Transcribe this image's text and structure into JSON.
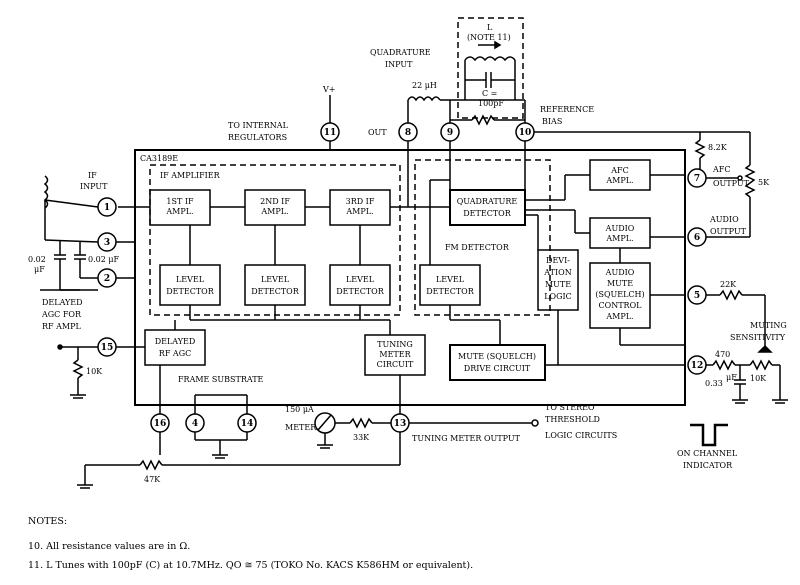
{
  "chip_label": "CA3189E",
  "if_amplifier_label": "IF AMPLIFIER",
  "blocks": {
    "if_amp_1": [
      "1ST IF",
      "AMPL."
    ],
    "if_amp_2": [
      "2ND IF",
      "AMPL."
    ],
    "if_amp_3": [
      "3RD IF",
      "AMPL."
    ],
    "level_det_1": [
      "LEVEL",
      "DETECTOR"
    ],
    "level_det_2": [
      "LEVEL",
      "DETECTOR"
    ],
    "level_det_3": [
      "LEVEL",
      "DETECTOR"
    ],
    "level_det_4": [
      "LEVEL",
      "DETECTOR"
    ],
    "quad_detector": [
      "QUADRATURE",
      "DETECTOR"
    ],
    "afc_ampl": [
      "AFC",
      "AMPL."
    ],
    "audio_ampl": [
      "AUDIO",
      "AMPL."
    ],
    "audio_mute": [
      "AUDIO",
      "MUTE",
      "(SQUELCH)",
      "CONTROL",
      "AMPL."
    ],
    "deviation_mute": [
      "DEVI-",
      "ATION",
      "MUTE",
      "LOGIC"
    ],
    "delayed_rf_agc": [
      "DELAYED",
      "RF AGC"
    ],
    "tuning_meter": [
      "TUNING",
      "METER",
      "CIRCUIT"
    ],
    "mute_drive": [
      "MUTE (SQUELCH)",
      "DRIVE CIRCUIT"
    ]
  },
  "fm_detector_label": "FM DETECTOR",
  "pins": [
    "1",
    "2",
    "3",
    "4",
    "5",
    "6",
    "7",
    "8",
    "9",
    "10",
    "11",
    "12",
    "13",
    "14",
    "15",
    "16"
  ],
  "labels": {
    "if_input": [
      "IF",
      "INPUT"
    ],
    "delayed_agc": [
      "DELAYED",
      "AGC FOR",
      "RF AMPL"
    ],
    "v_plus": "V+",
    "to_internal_regulators": [
      "TO INTERNAL",
      "REGULATORS"
    ],
    "out": "OUT",
    "quadrature_input": [
      "QUADRATURE",
      "INPUT"
    ],
    "reference_bias": [
      "REFERENCE",
      "BIAS"
    ],
    "l_note": [
      "L",
      "(NOTE 11)"
    ],
    "c_value": [
      "C =",
      "100pF"
    ],
    "inductor_22uh": "22 μH",
    "afc_output": [
      "AFC",
      "OUTPUT"
    ],
    "audio_output": [
      "AUDIO",
      "OUTPUT"
    ],
    "muting_sensitivity": [
      "MUTING",
      "SENSITIVITY"
    ],
    "frame_substrate": "FRAME SUBSTRATE",
    "meter": [
      "150 μA",
      "METER"
    ],
    "tuning_meter_output": "TUNING METER OUTPUT",
    "to_stereo": [
      "TO STEREO",
      "THRESHOLD",
      "LOGIC CIRCUITS"
    ],
    "on_channel": [
      "ON CHANNEL",
      "INDICATOR"
    ],
    "cap_002_a": [
      "0.02",
      "μF"
    ],
    "cap_002_b": "0.02 μF",
    "cap_033": [
      "0.33",
      "μF"
    ]
  },
  "resistors": {
    "r_8k2": "8.2K",
    "r_5k": "5K",
    "r_22k": "22K",
    "r_470": "470",
    "r_10k_pot": "10K",
    "r_10k_agc": "10K",
    "r_47k": "47K",
    "r_33k": "33K"
  },
  "notes": {
    "heading": "NOTES:",
    "note10": "10. All resistance values are in Ω.",
    "note11": "11. L Tunes with 100pF (C) at 10.7MHz. QO ≅ 75 (TOKO No. KACS K586HM or equivalent)."
  }
}
